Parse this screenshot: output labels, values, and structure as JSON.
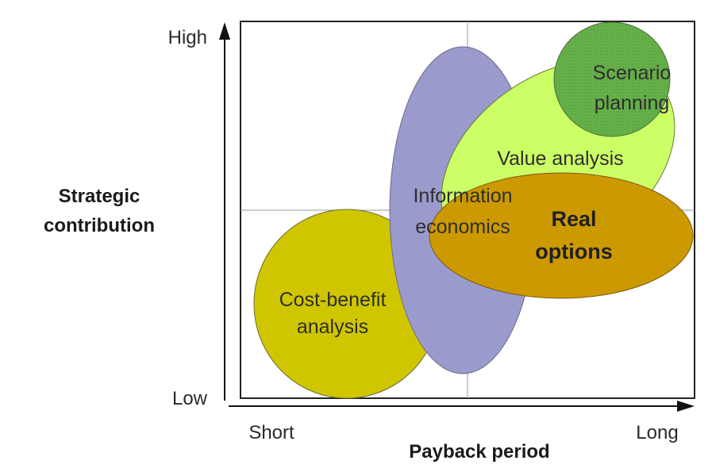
{
  "axes": {
    "y_title_line1": "Strategic",
    "y_title_line2": "contribution",
    "y_high": "High",
    "y_low": "Low",
    "x_title": "Payback period",
    "x_short": "Short",
    "x_long": "Long"
  },
  "regions": {
    "cost_benefit": {
      "line1": "Cost-benefit",
      "line2": "analysis",
      "color": "#cfc600"
    },
    "information_economics": {
      "line1": "Information",
      "line2": "economics",
      "color": "#9a9acc"
    },
    "value_analysis": {
      "label": "Value analysis",
      "color": "#ccff66"
    },
    "scenario_planning": {
      "line1": "Scenario",
      "line2": "planning",
      "color": "#66b04a"
    },
    "real_options": {
      "line1": "Real",
      "line2": "options",
      "color": "#cc9900"
    }
  }
}
